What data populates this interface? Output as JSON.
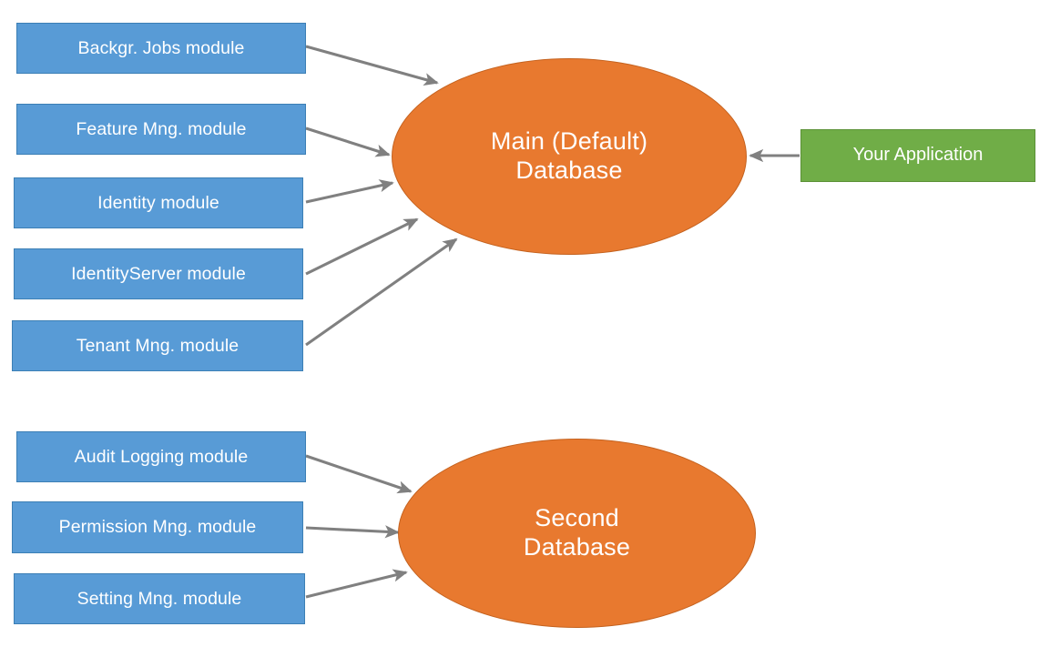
{
  "diagram": {
    "title": "ABP Framework module-to-database mapping diagram",
    "background_color": "#FFFFFF",
    "colors": {
      "module_fill": "#589BD6",
      "module_border": "#3C7FB5",
      "database_fill": "#E8792F",
      "database_border": "#C4621F",
      "application_fill": "#70AD47",
      "application_border": "#5B9136",
      "arrow": "#808080",
      "label_text": "#FFFFFF"
    }
  },
  "main_database": {
    "label_line1": "Main (Default)",
    "label_line2": "Database"
  },
  "second_database": {
    "label_line1": "Second",
    "label_line2": "Database"
  },
  "application": {
    "label": "Your Application"
  },
  "main_db_modules": [
    {
      "label": "Backgr. Jobs module"
    },
    {
      "label": "Feature Mng. module"
    },
    {
      "label": "Identity module"
    },
    {
      "label": "IdentityServer module"
    },
    {
      "label": "Tenant Mng. module"
    }
  ],
  "second_db_modules": [
    {
      "label": "Audit Logging module"
    },
    {
      "label": "Permission Mng. module"
    },
    {
      "label": "Setting Mng. module"
    }
  ],
  "connections": [
    {
      "from": "Backgr. Jobs module",
      "to": "Main (Default) Database",
      "direction": "to-database"
    },
    {
      "from": "Feature Mng. module",
      "to": "Main (Default) Database",
      "direction": "to-database"
    },
    {
      "from": "Identity module",
      "to": "Main (Default) Database",
      "direction": "to-database"
    },
    {
      "from": "IdentityServer module",
      "to": "Main (Default) Database",
      "direction": "to-database"
    },
    {
      "from": "Tenant Mng. module",
      "to": "Main (Default) Database",
      "direction": "to-database"
    },
    {
      "from": "Your Application",
      "to": "Main (Default) Database",
      "direction": "to-database"
    },
    {
      "from": "Audit Logging module",
      "to": "Second Database",
      "direction": "to-database"
    },
    {
      "from": "Permission Mng. module",
      "to": "Second Database",
      "direction": "to-database"
    },
    {
      "from": "Setting Mng. module",
      "to": "Second Database",
      "direction": "to-database"
    }
  ]
}
